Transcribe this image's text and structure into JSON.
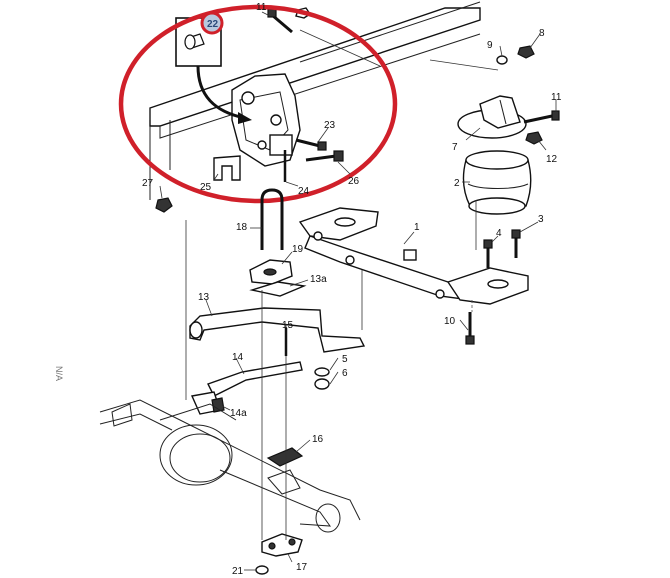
{
  "diagram": {
    "labels": {
      "l22": "22",
      "l11a": "11",
      "l9": "9",
      "l8": "8",
      "l11b": "11",
      "l7": "7",
      "l12": "12",
      "l23": "23",
      "l2": "2",
      "l26": "26",
      "l24": "24",
      "l25": "25",
      "l27": "27",
      "l18": "18",
      "l1": "1",
      "l3": "3",
      "l4": "4",
      "l19": "19",
      "l13a": "13a",
      "l13": "13",
      "l15": "15",
      "l10": "10",
      "l5": "5",
      "l6": "6",
      "l14": "14",
      "l14a": "14a",
      "l16": "16",
      "l17": "17",
      "l21": "21"
    },
    "side_text": "N/A",
    "colors": {
      "highlight": "#d0202a",
      "line": "#111111",
      "badge_fill": "#b9c8de"
    }
  }
}
